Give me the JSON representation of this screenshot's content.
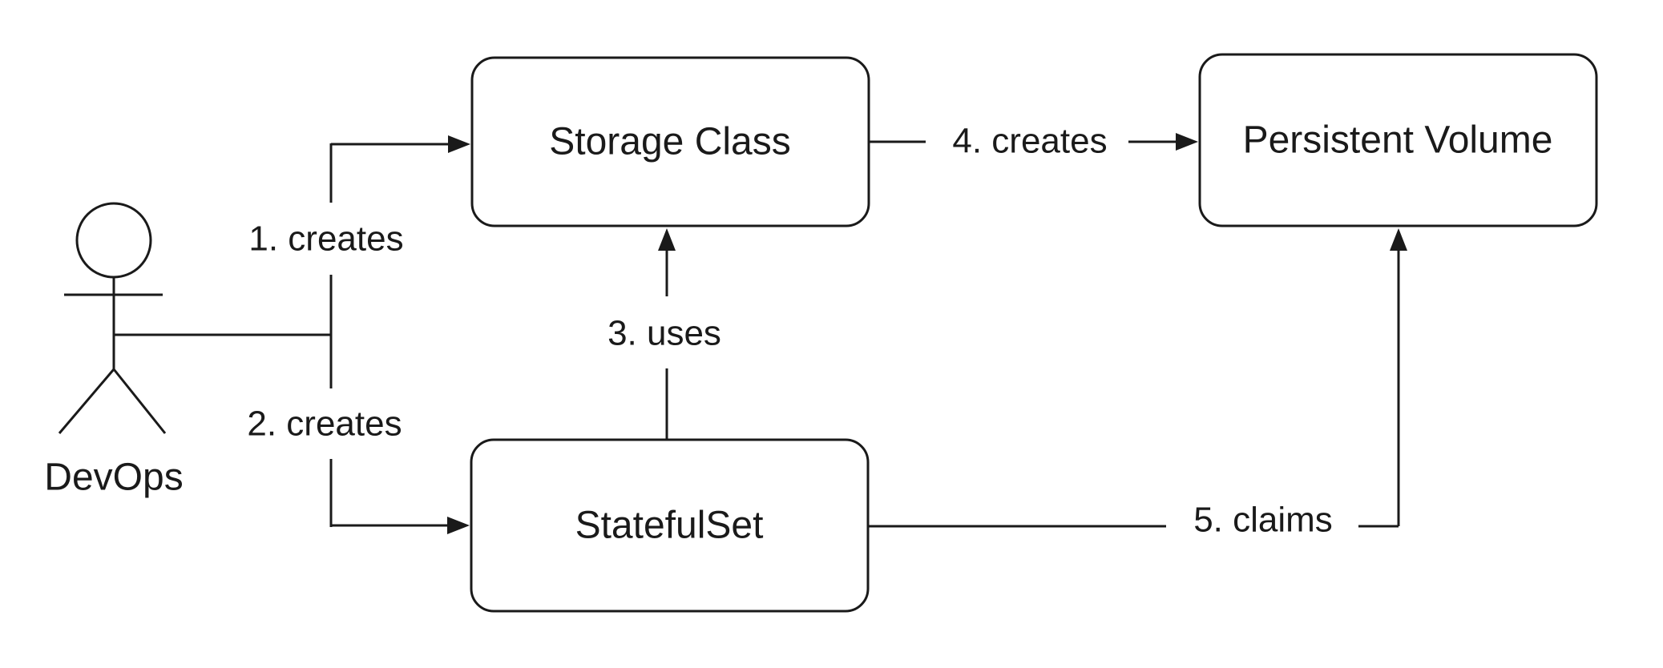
{
  "colors": {
    "background": "#ffffff",
    "stroke": "#1a1a1a",
    "text": "#1a1a1a"
  },
  "actor": {
    "label": "DevOps"
  },
  "nodes": [
    {
      "id": "storage-class",
      "label": "Storage Class"
    },
    {
      "id": "persistent-volume",
      "label": "Persistent Volume"
    },
    {
      "id": "statefulset",
      "label": "StatefulSet"
    }
  ],
  "edges": [
    {
      "id": "devops-to-storage-class",
      "label": "1. creates"
    },
    {
      "id": "devops-to-statefulset",
      "label": "2. creates"
    },
    {
      "id": "statefulset-to-storage-class",
      "label": "3. uses"
    },
    {
      "id": "storage-class-to-persistent-volume",
      "label": "4. creates"
    },
    {
      "id": "statefulset-to-persistent-volume",
      "label": "5. claims"
    }
  ]
}
